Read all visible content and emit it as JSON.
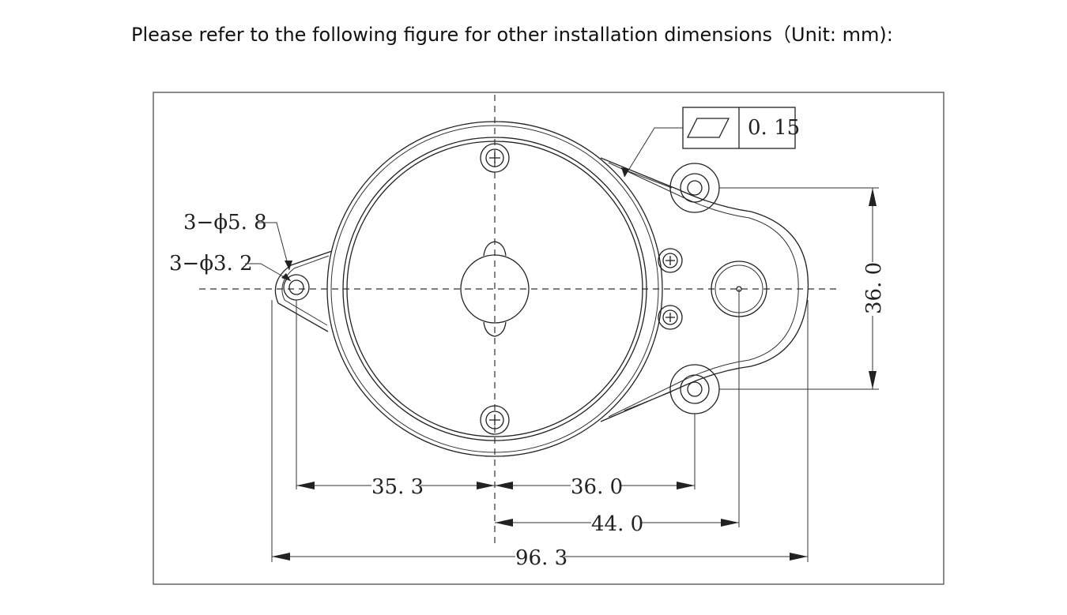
{
  "caption": "Please refer to the following figure for other installation dimensions（Unit: mm):",
  "drawing": {
    "flatness_tolerance": "0. 15",
    "hole_outer": "3−ϕ5. 8",
    "hole_inner": "3−ϕ3. 2",
    "dim_left_to_center": "35. 3",
    "dim_center_to_hole": "36. 0",
    "dim_center_to_boss": "44. 0",
    "dim_overall_width": "96. 3",
    "dim_hole_spacing": "36. 0"
  }
}
